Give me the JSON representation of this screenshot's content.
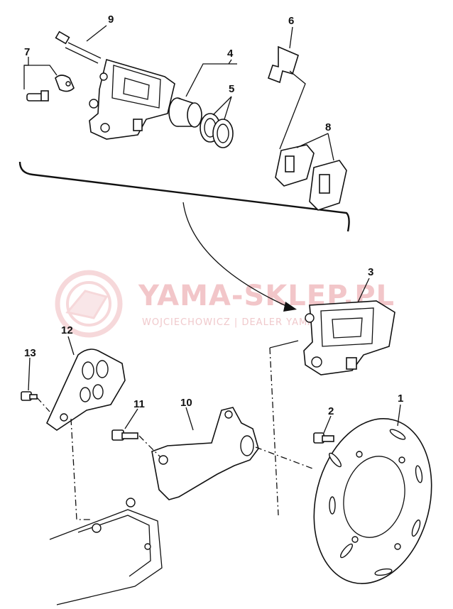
{
  "diagram": {
    "callouts": [
      {
        "id": "1",
        "text": "1"
      },
      {
        "id": "2",
        "text": "2"
      },
      {
        "id": "3",
        "text": "3"
      },
      {
        "id": "4",
        "text": "4"
      },
      {
        "id": "5",
        "text": "5"
      },
      {
        "id": "6",
        "text": "6"
      },
      {
        "id": "7",
        "text": "7"
      },
      {
        "id": "8",
        "text": "8"
      },
      {
        "id": "9",
        "text": "9"
      },
      {
        "id": "10",
        "text": "10"
      },
      {
        "id": "11",
        "text": "11"
      },
      {
        "id": "12",
        "text": "12"
      },
      {
        "id": "13",
        "text": "13"
      }
    ],
    "watermark": {
      "brand": "YAMA-SKLEP.PL",
      "tagline": "WOJCIECHOWICZ | DEALER YAMAHA",
      "color": "#f2c6c9"
    }
  }
}
